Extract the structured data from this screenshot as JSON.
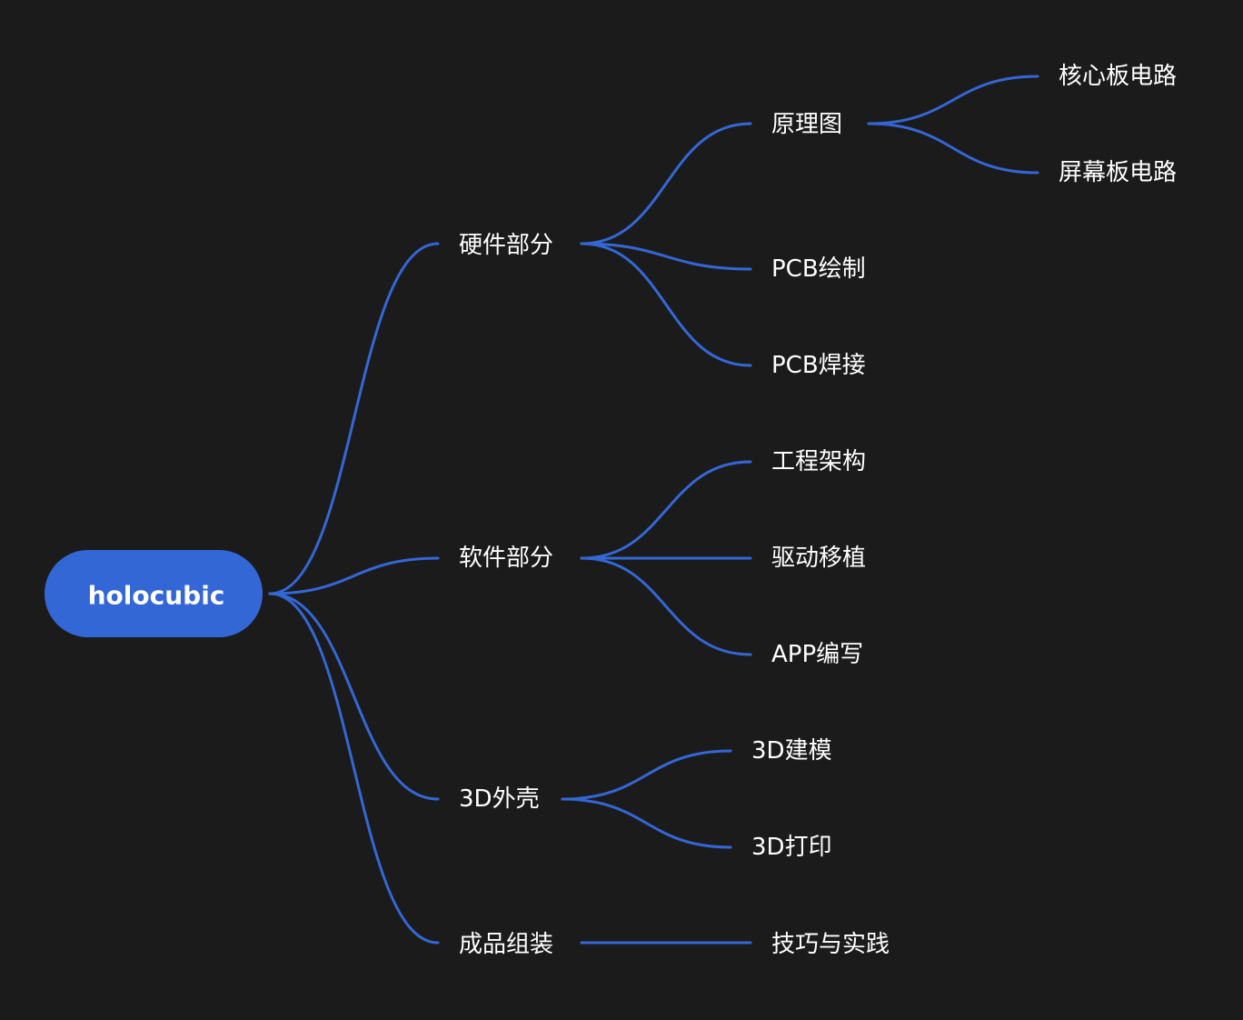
{
  "colors": {
    "background": "#1b1b1b",
    "accent": "#3467d6",
    "text": "#ffffff"
  },
  "mindmap": {
    "root": {
      "label": "holocubic"
    },
    "branches": [
      {
        "label": "硬件部分",
        "children": [
          {
            "label": "原理图",
            "children": [
              {
                "label": "核心板电路"
              },
              {
                "label": "屏幕板电路"
              }
            ]
          },
          {
            "label": "PCB绘制"
          },
          {
            "label": "PCB焊接"
          }
        ]
      },
      {
        "label": "软件部分",
        "children": [
          {
            "label": "工程架构"
          },
          {
            "label": "驱动移植"
          },
          {
            "label": "APP编写"
          }
        ]
      },
      {
        "label": "3D外壳",
        "children": [
          {
            "label": "3D建模"
          },
          {
            "label": "3D打印"
          }
        ]
      },
      {
        "label": "成品组装",
        "children": [
          {
            "label": "技巧与实践"
          }
        ]
      }
    ]
  }
}
